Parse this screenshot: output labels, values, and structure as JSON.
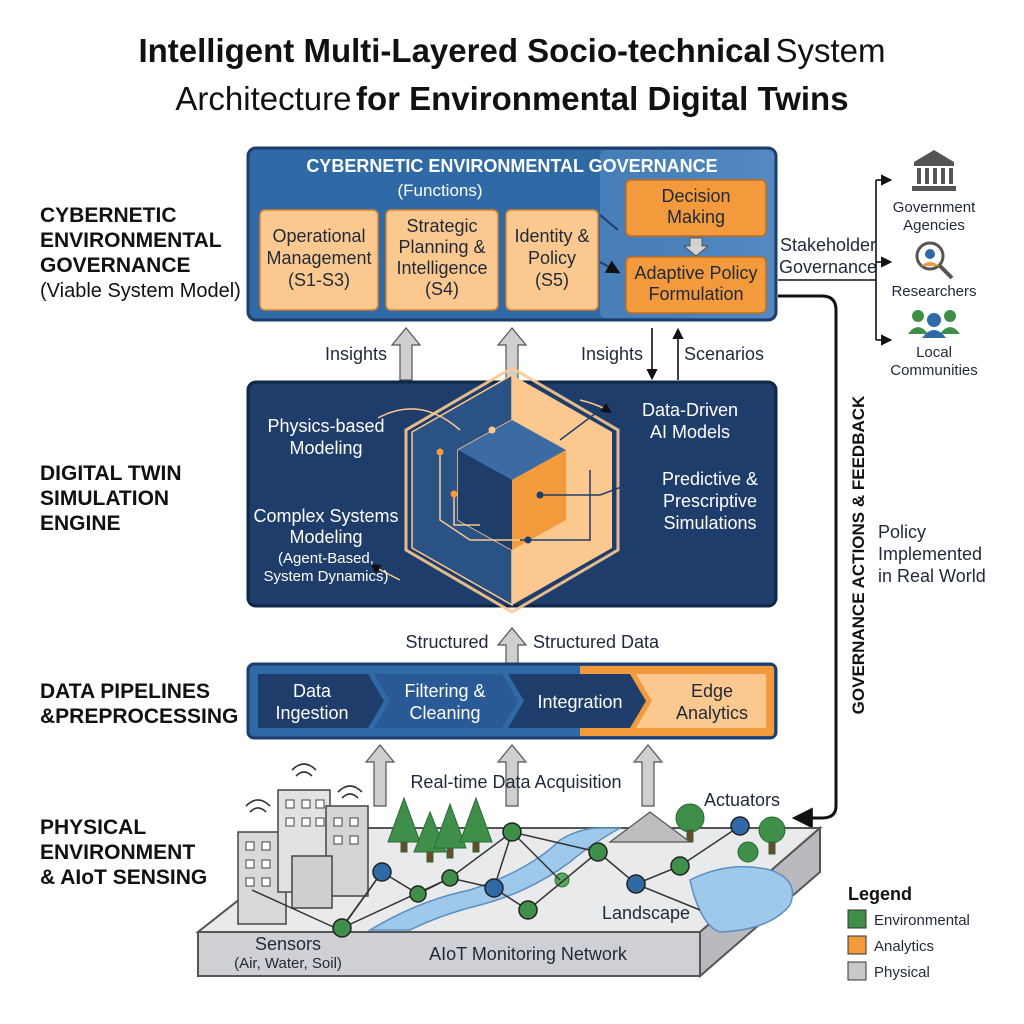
{
  "title": {
    "line1_bold": "Intelligent Multi-Layered Socio-technical",
    "line1_rest": "System",
    "line2_start": "Architecture",
    "line2_bold": "for Environmental Digital Twins"
  },
  "layers": {
    "governance": {
      "label": [
        "CYBERNETIC",
        "ENVIRONMENTAL",
        "GOVERNANCE"
      ],
      "sub": "(Viable System Model)"
    },
    "twin": {
      "label": [
        "DIGITAL TWIN",
        "SIMULATION",
        "ENGINE"
      ]
    },
    "pipeline": {
      "label": [
        "DATA PIPELINES",
        "&PREPROCESSING"
      ]
    },
    "physical": {
      "label": [
        "PHYSICAL",
        "ENVIRONMENT",
        "& AIoT SENSING"
      ]
    }
  },
  "governance_box": {
    "header": "CYBERNETIC ENVIRONMENTAL GOVERNANCE",
    "sub": "(Functions)",
    "functions": [
      {
        "lines": [
          "Operational",
          "Management",
          "(S1-S3)"
        ]
      },
      {
        "lines": [
          "Strategic",
          "Planning &",
          "Intelligence",
          "(S4)"
        ]
      },
      {
        "lines": [
          "Identity &",
          "Policy",
          "(S5)"
        ]
      }
    ],
    "decision": [
      "Decision",
      "Making"
    ],
    "adaptive": [
      "Adaptive Policy",
      "Formulation"
    ]
  },
  "stakeholders": {
    "label": [
      "Stakeholder",
      "Governance"
    ],
    "items": [
      {
        "icon": "government-icon",
        "lines": [
          "Government",
          "Agencies"
        ]
      },
      {
        "icon": "researchers-icon",
        "lines": [
          "Researchers"
        ]
      },
      {
        "icon": "communities-icon",
        "lines": [
          "Local",
          "Communities"
        ]
      }
    ]
  },
  "flows": {
    "insights_left": "Insights",
    "insights_right": "Insights",
    "scenarios": "Scenarios",
    "structured_left": "Structured",
    "structured_right": "Structured Data",
    "realtime": "Real-time Data Acquisition",
    "feedback_vertical": "GOVERNANCE ACTIONS & FEEDBACK",
    "policy": [
      "Policy",
      "Implemented",
      "in Real World"
    ]
  },
  "twin_box": {
    "physics": [
      "Physics-based",
      "Modeling"
    ],
    "complex": [
      "Complex Systems",
      "Modeling"
    ],
    "complex_sub": [
      "(Agent-Based,",
      "System Dynamics)"
    ],
    "data_driven": [
      "Data-Driven",
      "AI Models"
    ],
    "predictive": [
      "Predictive &",
      "Prescriptive",
      "Simulations"
    ]
  },
  "pipeline_steps": [
    {
      "lines": [
        "Data",
        "Ingestion"
      ]
    },
    {
      "lines": [
        "Filtering &",
        "Cleaning"
      ]
    },
    {
      "lines": [
        "Integration"
      ]
    },
    {
      "lines": [
        "Edge",
        "Analytics"
      ]
    }
  ],
  "physical_box": {
    "actuators": "Actuators",
    "landscape": "Landscape",
    "sensors": "Sensors",
    "sensors_sub": "(Air, Water, Soil)",
    "network": "AIoT Monitoring Network"
  },
  "legend": {
    "title": "Legend",
    "items": [
      {
        "label": "Environmental",
        "color": "#3f8f4a"
      },
      {
        "label": "Analytics",
        "color": "#f39a3c"
      },
      {
        "label": "Physical",
        "color": "#c8c8c8"
      }
    ]
  },
  "colors": {
    "navy": "#1e3d6b",
    "blue": "#2f6aa6",
    "orange": "#f39a3c",
    "peach": "#fbc990",
    "green": "#3f8f4a",
    "gray": "#c8c8c8"
  }
}
